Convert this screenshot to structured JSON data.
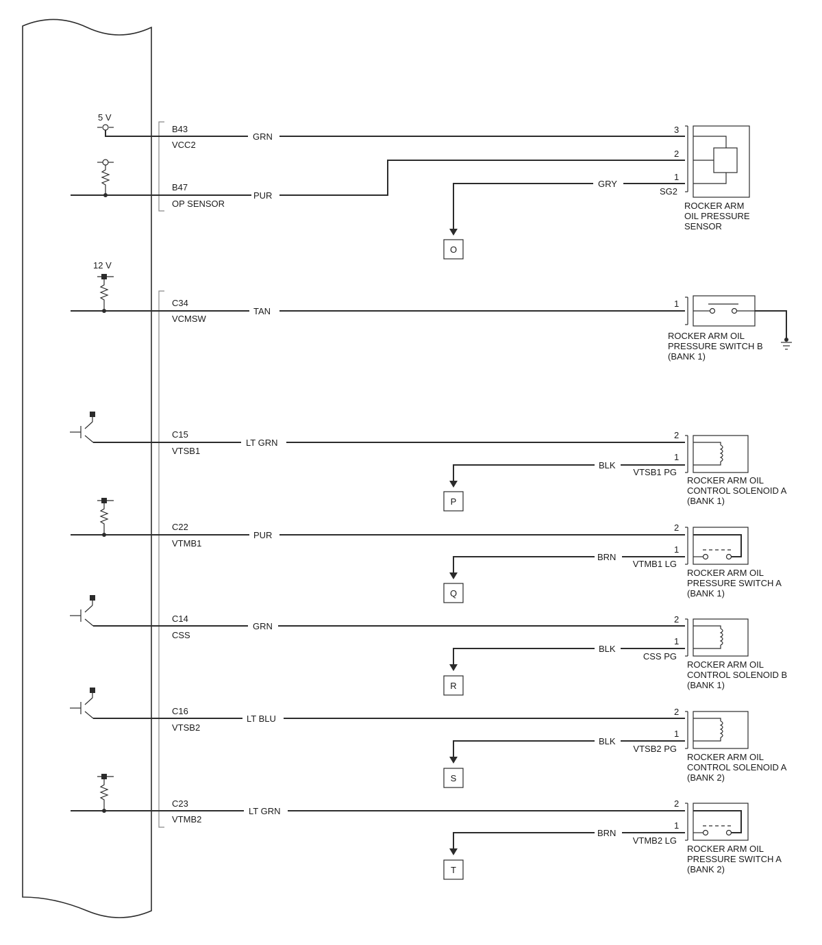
{
  "supplies": {
    "five_v": "5 V",
    "twelve_v": "12 V"
  },
  "ecm_pins": [
    {
      "pin": "B43",
      "name": "VCC2"
    },
    {
      "pin": "B47",
      "name": "OP SENSOR"
    },
    {
      "pin": "C34",
      "name": "VCMSW"
    },
    {
      "pin": "C15",
      "name": "VTSB1"
    },
    {
      "pin": "C22",
      "name": "VTMB1"
    },
    {
      "pin": "C14",
      "name": "CSS"
    },
    {
      "pin": "C16",
      "name": "VTSB2"
    },
    {
      "pin": "C23",
      "name": "VTMB2"
    }
  ],
  "wire_colors": [
    "GRN",
    "PUR",
    "TAN",
    "LT GRN",
    "PUR",
    "GRN",
    "LT BLU",
    "LT GRN"
  ],
  "return_wires": [
    {
      "color": "GRY",
      "terminal_label": "SG2",
      "ground_ref": "O"
    },
    {
      "color": "BLK",
      "terminal_label": "VTSB1 PG",
      "ground_ref": "P"
    },
    {
      "color": "BRN",
      "terminal_label": "VTMB1 LG",
      "ground_ref": "Q"
    },
    {
      "color": "BLK",
      "terminal_label": "CSS PG",
      "ground_ref": "R"
    },
    {
      "color": "BLK",
      "terminal_label": "VTSB2 PG",
      "ground_ref": "S"
    },
    {
      "color": "BRN",
      "terminal_label": "VTMB2 LG",
      "ground_ref": "T"
    }
  ],
  "terminal_numbers": {
    "one": "1",
    "two": "2",
    "three": "3"
  },
  "components": [
    {
      "lines": [
        "ROCKER ARM",
        "OIL PRESSURE",
        "SENSOR"
      ]
    },
    {
      "lines": [
        "ROCKER ARM OIL",
        "PRESSURE SWITCH B",
        "(BANK 1)"
      ]
    },
    {
      "lines": [
        "ROCKER ARM OIL",
        "CONTROL SOLENOID A",
        "(BANK 1)"
      ]
    },
    {
      "lines": [
        "ROCKER ARM OIL",
        "PRESSURE SWITCH A",
        "(BANK 1)"
      ]
    },
    {
      "lines": [
        "ROCKER ARM OIL",
        "CONTROL SOLENOID B",
        "(BANK 1)"
      ]
    },
    {
      "lines": [
        "ROCKER ARM OIL",
        "CONTROL SOLENOID A",
        "(BANK 2)"
      ]
    },
    {
      "lines": [
        "ROCKER ARM OIL",
        "PRESSURE SWITCH A",
        "(BANK 2)"
      ]
    }
  ]
}
